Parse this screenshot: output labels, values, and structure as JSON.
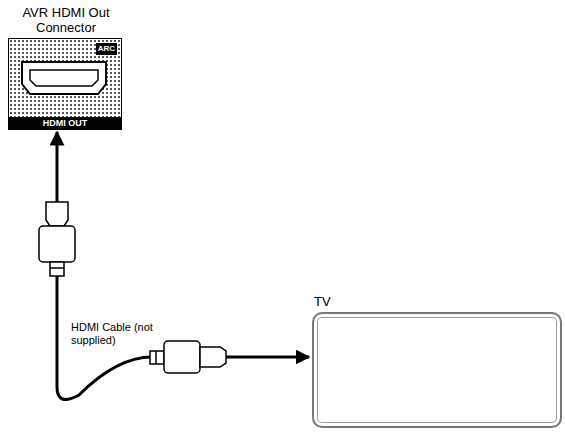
{
  "diagram": {
    "nodes": [
      {
        "text": [
          "AVR HDMI Out Connector",
          "ARC",
          "HDMI OUT"
        ]
      },
      {
        "text": [
          "TV"
        ]
      }
    ],
    "edges": [
      {
        "from": 0,
        "to": 1,
        "arrow": "both",
        "label": "HDMI Cable (not supplied)"
      }
    ]
  }
}
